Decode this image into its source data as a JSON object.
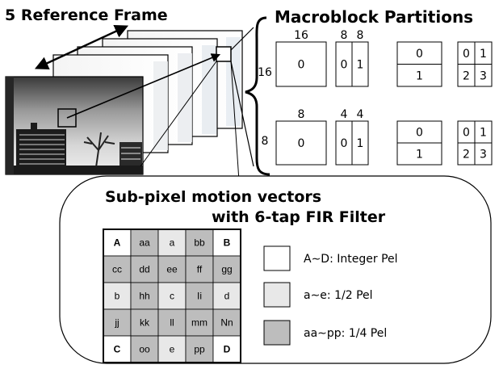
{
  "titles": {
    "reference": "5 Reference Frame",
    "partitions": "Macroblock Partitions",
    "subpixel_line1": "Sub-pixel motion vectors",
    "subpixel_line2": "with 6-tap FIR Filter"
  },
  "partitions": {
    "row1": {
      "side_label": "16",
      "blocks": [
        {
          "top": [
            "16"
          ],
          "cells": [
            "0"
          ]
        },
        {
          "top": [
            "8",
            "8"
          ],
          "cells": [
            "0",
            "1"
          ]
        },
        {
          "top": [],
          "cells": [
            "0",
            "1"
          ]
        },
        {
          "top": [],
          "cells": [
            "0",
            "1",
            "2",
            "3"
          ]
        }
      ]
    },
    "row2": {
      "side_label": "8",
      "blocks": [
        {
          "top": [
            "8"
          ],
          "cells": [
            "0"
          ]
        },
        {
          "top": [
            "4",
            "4"
          ],
          "cells": [
            "0",
            "1"
          ]
        },
        {
          "top": [],
          "cells": [
            "0",
            "1"
          ]
        },
        {
          "top": [],
          "cells": [
            "0",
            "1",
            "2",
            "3"
          ]
        }
      ]
    }
  },
  "grid": [
    [
      {
        "t": "A",
        "k": "int"
      },
      {
        "t": "aa",
        "k": "quarter"
      },
      {
        "t": "a",
        "k": "half"
      },
      {
        "t": "bb",
        "k": "quarter"
      },
      {
        "t": "B",
        "k": "int"
      }
    ],
    [
      {
        "t": "cc",
        "k": "quarter"
      },
      {
        "t": "dd",
        "k": "quarter"
      },
      {
        "t": "ee",
        "k": "quarter"
      },
      {
        "t": "ff",
        "k": "quarter"
      },
      {
        "t": "gg",
        "k": "quarter"
      }
    ],
    [
      {
        "t": "b",
        "k": "half"
      },
      {
        "t": "hh",
        "k": "quarter"
      },
      {
        "t": "c",
        "k": "half"
      },
      {
        "t": "Ii",
        "k": "quarter"
      },
      {
        "t": "d",
        "k": "half"
      }
    ],
    [
      {
        "t": "jj",
        "k": "quarter"
      },
      {
        "t": "kk",
        "k": "quarter"
      },
      {
        "t": "ll",
        "k": "quarter"
      },
      {
        "t": "mm",
        "k": "quarter"
      },
      {
        "t": "Nn",
        "k": "quarter"
      }
    ],
    [
      {
        "t": "C",
        "k": "int"
      },
      {
        "t": "oo",
        "k": "quarter"
      },
      {
        "t": "e",
        "k": "half"
      },
      {
        "t": "pp",
        "k": "quarter"
      },
      {
        "t": "D",
        "k": "int"
      }
    ]
  ],
  "legend": [
    {
      "kind": "int",
      "label": "A∼D: Integer Pel"
    },
    {
      "kind": "half",
      "label": "a∼e: 1/2 Pel"
    },
    {
      "kind": "quarter",
      "label": "aa∼pp: 1/4 Pel"
    }
  ],
  "colors": {
    "int": "#ffffff",
    "half": "#e8e8e8",
    "quarter": "#bdbdbd",
    "stroke": "#000000"
  }
}
